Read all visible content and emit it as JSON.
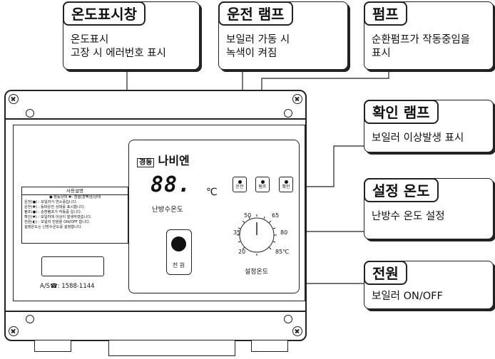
{
  "callouts": {
    "temp_display": {
      "title": "온도표시창",
      "line1": "온도표시",
      "line2": "고장 시 에러번호 표시"
    },
    "run_lamp": {
      "title": "운전 램프",
      "line1": "보일러 가동 시",
      "line2": "녹색이 켜짐"
    },
    "pump": {
      "title": "펌프",
      "line1": "순환펌프가 작동중임을",
      "line2": "표시"
    },
    "check_lamp": {
      "title": "확인 램프",
      "line1": "보일러 이상발생 표시"
    },
    "set_temp": {
      "title": "설정 온도",
      "line1": "난방수 온도 설정"
    },
    "power": {
      "title": "전원",
      "line1": "보일러 ON/OFF"
    }
  },
  "device": {
    "brand_badge": "경동",
    "brand_name": "나비엔",
    "display_value": "88.",
    "display_unit": "℃",
    "display_label": "난방수온도",
    "buttons": {
      "run": "운전",
      "pump": "펌프",
      "check": "확인"
    },
    "power_label": "전 원",
    "dial_label": "설정온도",
    "dial_ticks": {
      "t20": "20",
      "t35": "35",
      "t50": "50",
      "t65": "65",
      "t80": "80",
      "t85": "85℃"
    },
    "service": "A/S☎: 1588-1144",
    "guide": {
      "title": "사용설명",
      "legend": "● 정동상태  ✱: 점멸(깜빡임)상태",
      "lines": [
        "운전(●) : 보일러가 연소중입니다.",
        "운전(✱) : 동파운전 상태를 표시합니다.",
        "펌프(●) : 순환펌프가 작동중 입니다.",
        "확인(✱) : 보일러에 이상이 발생하였습니다.",
        "전원(◐) : 보일러 전원을 ON/OFF 합니다.",
        "설정온도는 난방수온도를 설정합니다."
      ]
    }
  }
}
